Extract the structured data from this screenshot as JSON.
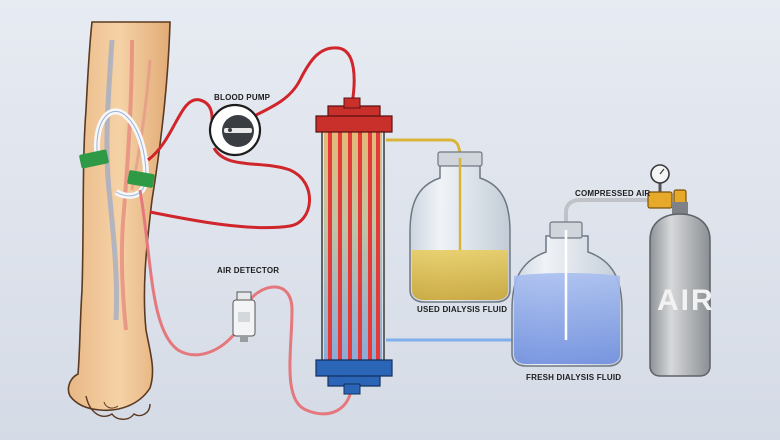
{
  "labels": {
    "blood_pump": "BLOOD PUMP",
    "air_detector": "AIR DETECTOR",
    "used_fluid": "USED DIALYSIS FLUID",
    "fresh_fluid": "FRESH DIALYSIS FLUID",
    "compressed_air": "COMPRESSED AIR",
    "tank_text": "AIR"
  },
  "colors": {
    "background": "#dde2ea",
    "blood_tube": "#d0262b",
    "venous_tube": "#e5787c",
    "used_fluid": "#d8b53a",
    "fresh_fluid": "#7f9ee6",
    "skin": "#eec392",
    "cap_top": "#c9302c",
    "cap_bottom": "#2b65b8",
    "tank": "#b9bcc0"
  },
  "icons": {
    "blood_pump": "rotary-pump-icon",
    "air_detector": "air-detector-icon",
    "pressure_gauge": "pressure-gauge-icon",
    "clamp": "tube-clamp-icon"
  }
}
